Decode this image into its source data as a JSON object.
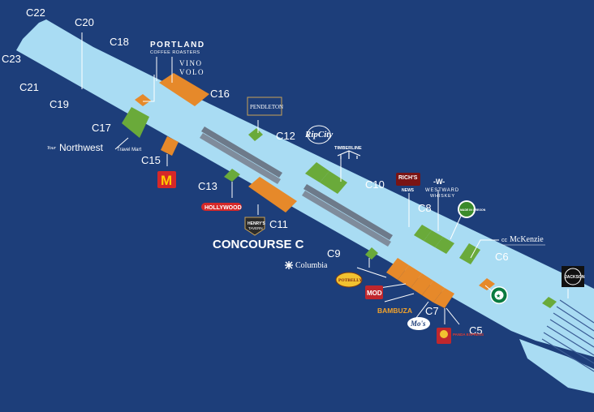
{
  "colors": {
    "background": "#1d3e7a",
    "concourse": "#a9dcf3",
    "dining": "#e6892a",
    "retail": "#6aaa3a",
    "walkway": "#6d7a8a",
    "text": "#ffffff"
  },
  "concourse_label": "CONCOURSE C",
  "gates": [
    "C22",
    "C20",
    "C23",
    "C18",
    "C21",
    "C19",
    "C16",
    "C17",
    "C15",
    "C12",
    "C13",
    "C10",
    "C11",
    "C8",
    "C9",
    "C6",
    "C7",
    "C5"
  ],
  "brands": {
    "portland_coffee": {
      "line1": "PORTLAND",
      "line2": "COFFEE ROASTERS"
    },
    "vino_volo": {
      "line1": "VINO",
      "line2": "VOLO"
    },
    "pendleton": "PENDLETON",
    "northwest": {
      "prefix": "Your",
      "main": "Northwest",
      "suffix": "Travel Mart"
    },
    "mcdonalds": "M",
    "ripcity": "RipCity",
    "timberline": "TIMBERLINE",
    "hollywood": "HOLLYWOOD",
    "henrys": {
      "line1": "HENRY'S",
      "line2": "TAVERN"
    },
    "richs": {
      "line1": "RICH'S",
      "line2": "NEWS"
    },
    "westward": {
      "logo": "-W-",
      "line1": "WESTWARD",
      "line2": "WHISKEY"
    },
    "made_in_oregon": "MADE IN OREGON",
    "mckenzie": {
      "prefix": "cc",
      "main": "McKenzie"
    },
    "columbia": "Columbia",
    "jackson": "JACKSON",
    "potbelly": "POTBELLY",
    "mod": "MOD",
    "bambuza": "BAMBUZA",
    "starbucks": "★",
    "mos": "Mo's",
    "panda": "PANDA EXPRESS"
  }
}
